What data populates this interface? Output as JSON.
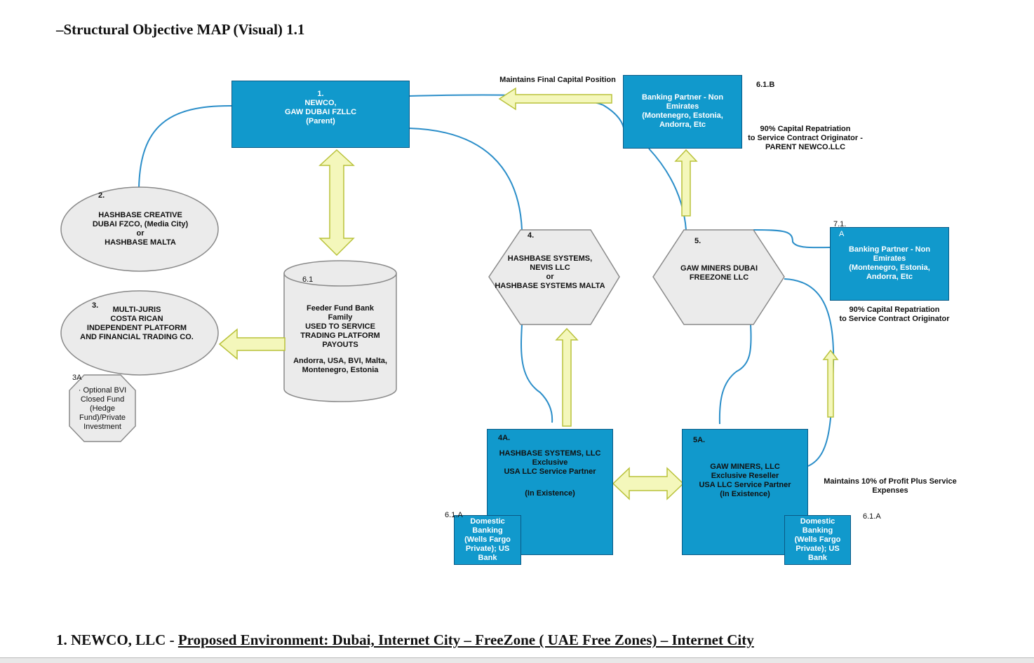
{
  "title": "–Structural Objective MAP (Visual) 1.1",
  "footer": {
    "prefix": "1. NEWCO, LLC - ",
    "underlined": "Proposed Environment: Dubai, Internet City – FreeZone ( UAE Free Zones) – Internet City"
  },
  "nodes": {
    "newco": {
      "num": "1.",
      "lines": [
        "NEWCO,",
        "GAW DUBAI FZLLC",
        "(Parent)"
      ]
    },
    "bank_top": {
      "lines": [
        "Banking Partner - Non",
        "Emirates",
        "(Montenegro, Estonia,",
        "Andorra, Etc"
      ]
    },
    "bank_top_code": "6.1.B",
    "hashbase_creative": {
      "num": "2.",
      "lines": [
        "HASHBASE CREATIVE",
        "DUBAI FZCO, (Media City)",
        "or",
        "HASHBASE MALTA"
      ]
    },
    "multi_juris": {
      "num": "3.",
      "lines": [
        "MULTI-JURIS",
        "COSTA RICAN",
        "INDEPENDENT PLATFORM",
        "AND FINANCIAL TRADING CO."
      ]
    },
    "optional_bvi": {
      "num": "3A",
      "lines": [
        "· Optional BVI",
        "Closed Fund",
        "(Hedge",
        "Fund)/Private",
        "Investment"
      ]
    },
    "feeder": {
      "num": "6.1",
      "lines": [
        "Feeder Fund Bank",
        "Family",
        "USED TO SERVICE",
        "TRADING PLATFORM",
        "PAYOUTS",
        "",
        "Andorra, USA, BVI, Malta,",
        "Montenegro, Estonia"
      ]
    },
    "hashbase_systems": {
      "num": "4.",
      "lines": [
        "HASHBASE SYSTEMS,",
        "NEVIS LLC",
        "or",
        "HASHBASE SYSTEMS MALTA"
      ]
    },
    "gaw_dubai": {
      "num": "5.",
      "lines": [
        "GAW MINERS DUBAI",
        "FREEZONE LLC"
      ]
    },
    "bank_right": {
      "num": "7.1.",
      "num2": "A",
      "lines": [
        "Banking Partner - Non",
        "Emirates",
        "(Montenegro, Estonia,",
        "Andorra, Etc"
      ]
    },
    "hashbase_usa": {
      "num": "4A.",
      "lines": [
        "HASHBASE SYSTEMS, LLC",
        "Exclusive",
        "USA LLC Service Partner",
        "",
        "",
        "(In Existence)"
      ]
    },
    "gaw_usa": {
      "num": "5A.",
      "lines": [
        "GAW MINERS, LLC",
        "Exclusive Reseller",
        "USA LLC Service Partner",
        "(In Existence)"
      ]
    },
    "domestic_left": {
      "code": "6.1.A",
      "lines": [
        "Domestic",
        "Banking",
        "(Wells Fargo",
        "Private); US",
        "Bank"
      ]
    },
    "domestic_right": {
      "code": "6.1.A",
      "lines": [
        "Domestic",
        "Banking",
        "(Wells Fargo",
        "Private); US",
        "Bank"
      ]
    }
  },
  "annotations": {
    "maintains_final": "Maintains Final Capital Position",
    "repat_parent": [
      "90% Capital Repatriation",
      "to Service Contract Originator -",
      "PARENT NEWCO.LLC"
    ],
    "repat_originator": [
      "90% Capital Repatriation",
      "to Service Contract Originator"
    ],
    "maintains_profit": [
      "Maintains 10% of Profit Plus Service",
      "Expenses"
    ]
  },
  "colors": {
    "box_fill": "#1199cc",
    "box_border": "#0a5a86",
    "shape_fill": "#ebebeb",
    "shape_border": "#8a8a8a",
    "arrow_fill": "#f4f7bb",
    "arrow_border": "#b9c23a",
    "connector": "#2b8ec9"
  }
}
